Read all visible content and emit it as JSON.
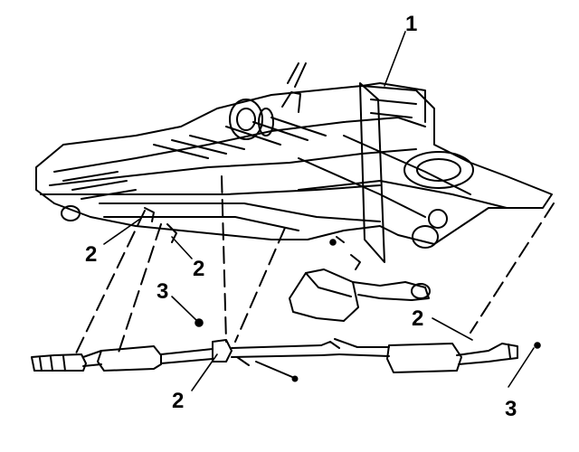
{
  "callouts": [
    {
      "id": "callout-1",
      "text": "1"
    },
    {
      "id": "callout-2a",
      "text": "2"
    },
    {
      "id": "callout-2b",
      "text": "2"
    },
    {
      "id": "callout-3a",
      "text": "3"
    },
    {
      "id": "callout-2c",
      "text": "2"
    },
    {
      "id": "callout-2d",
      "text": "2"
    },
    {
      "id": "callout-3b",
      "text": "3"
    }
  ],
  "colors": {
    "ink": "#000000",
    "paper": "#ffffff"
  }
}
